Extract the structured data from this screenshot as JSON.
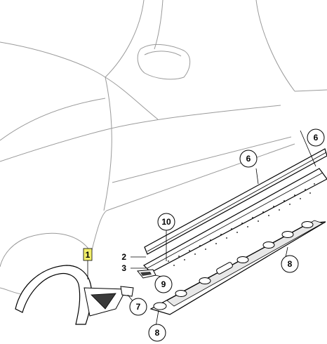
{
  "callouts": {
    "c1": "1",
    "c2": "2",
    "c3": "3",
    "c6a": "6",
    "c6b": "6",
    "c7": "7",
    "c8a": "8",
    "c8b": "8",
    "c9": "9",
    "c10": "10"
  },
  "colors": {
    "line": "#000000",
    "car_outline": "#9a9a9a",
    "highlight": "#f2ef6a",
    "part_fill": "#e8e8e8",
    "dark_fill": "#3a3a3a"
  }
}
